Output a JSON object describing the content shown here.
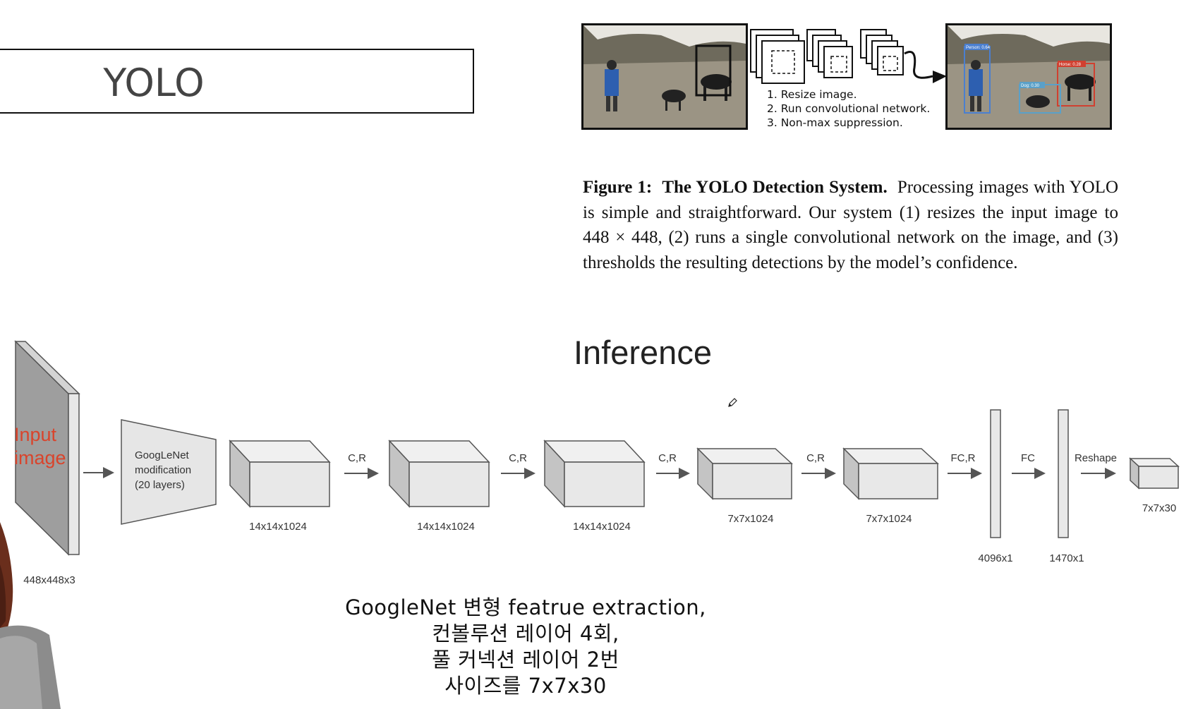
{
  "slide": {
    "title": "YOLO"
  },
  "figure": {
    "steps": [
      "1. Resize image.",
      "2. Run convolutional network.",
      "3. Non-max suppression."
    ],
    "detections": [
      "Person: 0.64",
      "Horse: 0.28",
      "Dog: 0.30"
    ],
    "caption": {
      "label": "Figure 1:",
      "title": "The YOLO Detection System.",
      "body": "Processing images with YOLO is simple and straightforward. Our system (1) resizes the input image to 448 × 448, (2) runs a single convolutional network on the image, and (3) thresholds the resulting detections by the model’s confidence."
    }
  },
  "diagram": {
    "heading": "Inference",
    "input": {
      "label_line1": "Input",
      "label_line2": "image",
      "dims": "448x448x3"
    },
    "googlenet": {
      "line1": "GoogLeNet",
      "line2": "modification",
      "line3": "(20 layers)"
    },
    "blocks": [
      "14x14x1024",
      "14x14x1024",
      "14x14x1024",
      "7x7x1024",
      "7x7x1024"
    ],
    "ops": [
      "C,R",
      "C,R",
      "C,R",
      "C,R",
      "FC,R",
      "FC",
      "Reshape"
    ],
    "vectors": [
      "4096x1",
      "1470x1"
    ],
    "output": "7x7x30"
  },
  "subtitles": [
    "GoogleNet 변형 featrue extraction,",
    "컨볼루션 레이어 4회,",
    "풀 커넥션 레이어 2번",
    "사이즈를 7x7x30"
  ],
  "colors": {
    "input_label": "#d9442c",
    "block_face": "#e8e8e8",
    "block_side": "#c4c4c4"
  }
}
